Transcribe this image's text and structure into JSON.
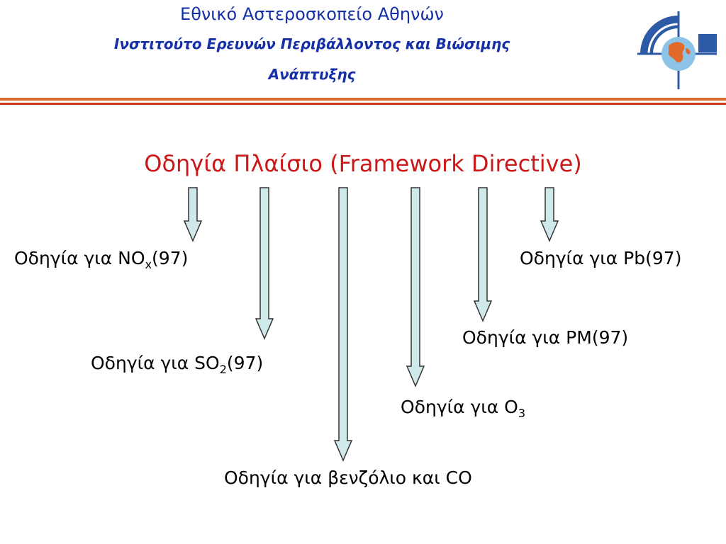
{
  "header": {
    "line1": "Εθνικό Αστεροσκοπείο Αθηνών",
    "line2": "Ινστιτούτο Ερευνών Περιβάλλοντος και Βιώσιμης",
    "line3": "Ανάπτυξης"
  },
  "colors": {
    "header_text": "#1530a6",
    "title_text": "#cc1818",
    "rule_orange": "#d86a2f",
    "rule_red": "#c83a16",
    "arrow_fill": "#cfe8ea",
    "logo_blue": "#2d5aa6",
    "logo_orange": "#e06a2a"
  },
  "logo": {
    "icon": "globe-logo-icon"
  },
  "title": "Οδηγία Πλαίσιο (Framework Directive)",
  "directives": {
    "nox": {
      "text": "Οδηγία για NO",
      "sub": "x",
      "suffix": "(97)"
    },
    "so2": {
      "text": "Οδηγία για SO",
      "sub": "2",
      "suffix": "(97)"
    },
    "benzene": {
      "text": "Οδηγία για βενζόλιο και CO"
    },
    "o3": {
      "text": "Οδηγία για O",
      "sub": "3"
    },
    "pm": {
      "text": "Οδηγία για PM(97)"
    },
    "pb": {
      "text": "Οδηγία για Pb(97)"
    }
  },
  "arrow_count": 6
}
